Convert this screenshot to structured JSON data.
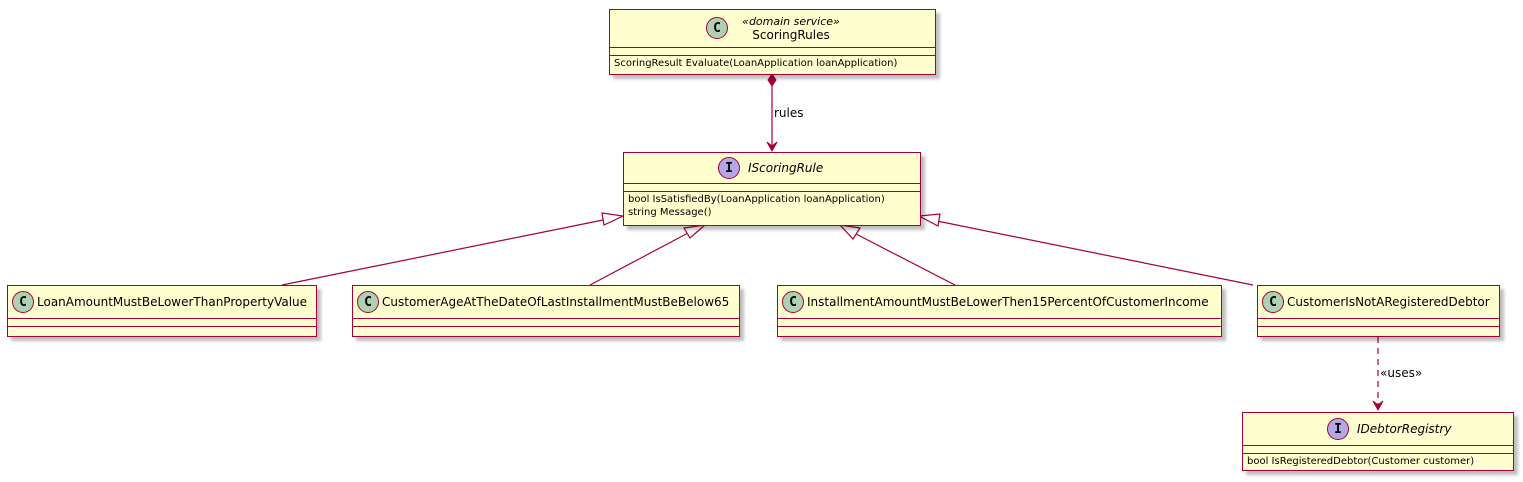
{
  "scoring_rules": {
    "stereotype": "«domain service»",
    "name": "ScoringRules",
    "methods": [
      "ScoringResult Evaluate(LoanApplication loanApplication)"
    ]
  },
  "iscoring_rule": {
    "name": "IScoringRule",
    "methods": [
      "bool IsSatisfiedBy(LoanApplication loanApplication)",
      "string Message()"
    ]
  },
  "rules": {
    "loan_amount": "LoanAmountMustBeLowerThanPropertyValue",
    "customer_age": "CustomerAgeAtTheDateOfLastInstallmentMustBeBelow65",
    "installment_amount": "InstallmentAmountMustBeLowerThen15PercentOfCustomerIncome",
    "not_registered_debtor": "CustomerIsNotARegisteredDebtor"
  },
  "idebtor_registry": {
    "name": "IDebtorRegistry",
    "methods": [
      "bool IsRegisteredDebtor(Customer customer)"
    ]
  },
  "edges": {
    "composition_label": "rules",
    "uses_label": "«uses»"
  },
  "badges": {
    "class": "C",
    "interface": "I"
  },
  "colors": {
    "box_fill": "#fefece",
    "border": "#a80036",
    "class_badge": "#add1b2",
    "interface_badge": "#b4a7e5"
  }
}
